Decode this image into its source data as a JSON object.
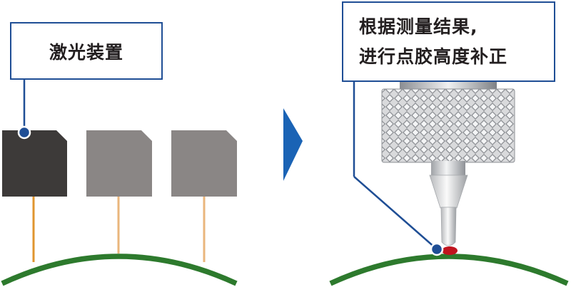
{
  "left_callout": {
    "label": "激光装置"
  },
  "right_callout": {
    "line1": "根据测量结果,",
    "line2": "进行点胶高度补正"
  },
  "colors": {
    "callout_border": "#1f4e95",
    "laser_active": "#3d3a39",
    "laser_inactive": "#8a8685",
    "beam": "#e0952f",
    "surface": "#2d7a2d",
    "arrow": "#1a63b5",
    "glue_dot": "#c0141e"
  },
  "icons": {
    "transition_arrow": "chevron-right-icon"
  }
}
